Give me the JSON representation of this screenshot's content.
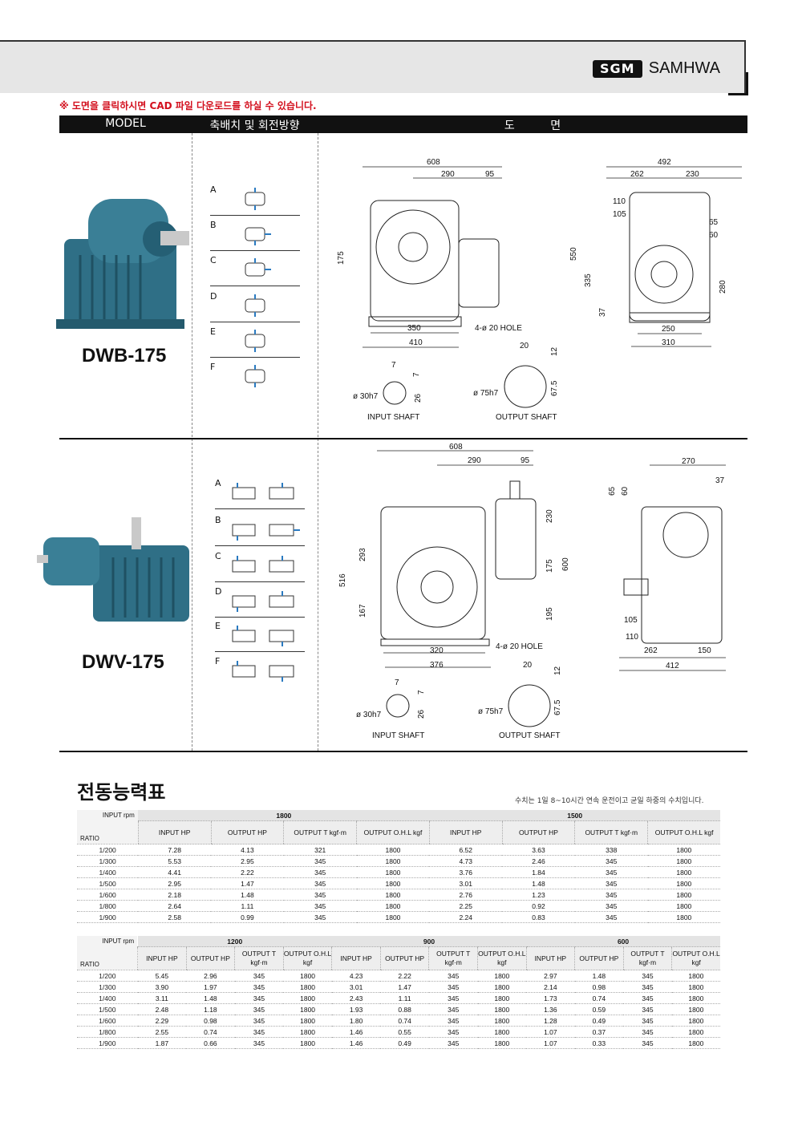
{
  "brand": {
    "logo": "SGM",
    "name": "SAMHWA"
  },
  "notice": "※ 도면을 클릭하시면 CAD 파일 다운로드를 하실 수 있습니다.",
  "header": {
    "model": "MODEL",
    "arrangement": "축배치 및 회전방향",
    "drawing": "도          면"
  },
  "models": [
    {
      "name": "DWB-175",
      "arrangements": [
        "A",
        "B",
        "C",
        "D",
        "E",
        "F"
      ],
      "dims_front": [
        "608",
        "290",
        "95",
        "175",
        "350",
        "410",
        "4-ø 20 HOLE"
      ],
      "dims_side": [
        "492",
        "262",
        "230",
        "110",
        "105",
        "65",
        "60",
        "550",
        "335",
        "280",
        "37",
        "250",
        "310"
      ],
      "input_shaft": {
        "w": "7",
        "h": "7",
        "dia": "ø 30h7",
        "d": "26",
        "label": "INPUT SHAFT"
      },
      "output_shaft": {
        "w": "20",
        "h": "12",
        "dia": "ø 75h7",
        "d": "67.5",
        "label": "OUTPUT SHAFT"
      }
    },
    {
      "name": "DWV-175",
      "arrangements": [
        "A",
        "B",
        "C",
        "D",
        "E",
        "F"
      ],
      "dims_front": [
        "608",
        "290",
        "95",
        "230",
        "293",
        "516",
        "175",
        "600",
        "167",
        "195",
        "320",
        "376",
        "4-ø 20 HOLE"
      ],
      "dims_side": [
        "270",
        "37",
        "65",
        "60",
        "105",
        "110",
        "262",
        "150",
        "412"
      ],
      "input_shaft": {
        "w": "7",
        "h": "7",
        "dia": "ø 30h7",
        "d": "26",
        "label": "INPUT SHAFT"
      },
      "output_shaft": {
        "w": "20",
        "h": "12",
        "dia": "ø 75h7",
        "d": "67.5",
        "label": "OUTPUT SHAFT"
      }
    }
  ],
  "perf": {
    "title": "전동능력표",
    "note": "수치는 1일 8~10시간 연속 운전이고 균일 하중의 수치입니다.",
    "input_rpm": "INPUT rpm",
    "ratio": "RATIO",
    "ratios": [
      "1/200",
      "1/300",
      "1/400",
      "1/500",
      "1/600",
      "1/800",
      "1/900"
    ],
    "cols": [
      "INPUT HP",
      "OUTPUT HP",
      "OUTPUT T kgf·m",
      "OUTPUT O.H.L kgf"
    ],
    "t1": {
      "speeds": [
        "1800",
        "1500"
      ],
      "rows": [
        [
          "7.28",
          "4.13",
          "321",
          "1800",
          "6.52",
          "3.63",
          "338",
          "1800"
        ],
        [
          "5.53",
          "2.95",
          "345",
          "1800",
          "4.73",
          "2.46",
          "345",
          "1800"
        ],
        [
          "4.41",
          "2.22",
          "345",
          "1800",
          "3.76",
          "1.84",
          "345",
          "1800"
        ],
        [
          "2.95",
          "1.47",
          "345",
          "1800",
          "3.01",
          "1.48",
          "345",
          "1800"
        ],
        [
          "2.18",
          "1.48",
          "345",
          "1800",
          "2.76",
          "1.23",
          "345",
          "1800"
        ],
        [
          "2.64",
          "1.11",
          "345",
          "1800",
          "2.25",
          "0.92",
          "345",
          "1800"
        ],
        [
          "2.58",
          "0.99",
          "345",
          "1800",
          "2.24",
          "0.83",
          "345",
          "1800"
        ]
      ]
    },
    "t2": {
      "speeds": [
        "1200",
        "900",
        "600"
      ],
      "rows": [
        [
          "5.45",
          "2.96",
          "345",
          "1800",
          "4.23",
          "2.22",
          "345",
          "1800",
          "2.97",
          "1.48",
          "345",
          "1800"
        ],
        [
          "3.90",
          "1.97",
          "345",
          "1800",
          "3.01",
          "1.47",
          "345",
          "1800",
          "2.14",
          "0.98",
          "345",
          "1800"
        ],
        [
          "3.11",
          "1.48",
          "345",
          "1800",
          "2.43",
          "1.11",
          "345",
          "1800",
          "1.73",
          "0.74",
          "345",
          "1800"
        ],
        [
          "2.48",
          "1.18",
          "345",
          "1800",
          "1.93",
          "0.88",
          "345",
          "1800",
          "1.36",
          "0.59",
          "345",
          "1800"
        ],
        [
          "2.29",
          "0.98",
          "345",
          "1800",
          "1.80",
          "0.74",
          "345",
          "1800",
          "1.28",
          "0.49",
          "345",
          "1800"
        ],
        [
          "2.55",
          "0.74",
          "345",
          "1800",
          "1.46",
          "0.55",
          "345",
          "1800",
          "1.07",
          "0.37",
          "345",
          "1800"
        ],
        [
          "1.87",
          "0.66",
          "345",
          "1800",
          "1.46",
          "0.49",
          "345",
          "1800",
          "1.07",
          "0.33",
          "345",
          "1800"
        ]
      ]
    }
  }
}
